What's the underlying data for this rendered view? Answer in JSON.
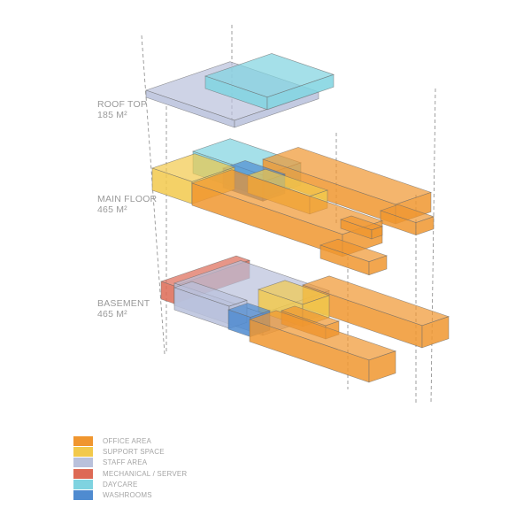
{
  "floors": [
    {
      "name": "ROOF TOP",
      "area": "185 M²"
    },
    {
      "name": "MAIN FLOOR",
      "area": "465 M²"
    },
    {
      "name": "BASEMENT",
      "area": "465 M²"
    }
  ],
  "legend": [
    {
      "key": "office",
      "label": "OFFICE AREA",
      "color": "#f0962f"
    },
    {
      "key": "support",
      "label": "SUPPORT SPACE",
      "color": "#f2c94c"
    },
    {
      "key": "staff",
      "label": "STAFF AREA",
      "color": "#b9c1dc"
    },
    {
      "key": "mechanical",
      "label": "MECHANICAL / SERVER",
      "color": "#dd6a55"
    },
    {
      "key": "daycare",
      "label": "DAYCARE",
      "color": "#7fd3e0"
    },
    {
      "key": "washrooms",
      "label": "WASHROOMS",
      "color": "#4f8bd0"
    }
  ]
}
